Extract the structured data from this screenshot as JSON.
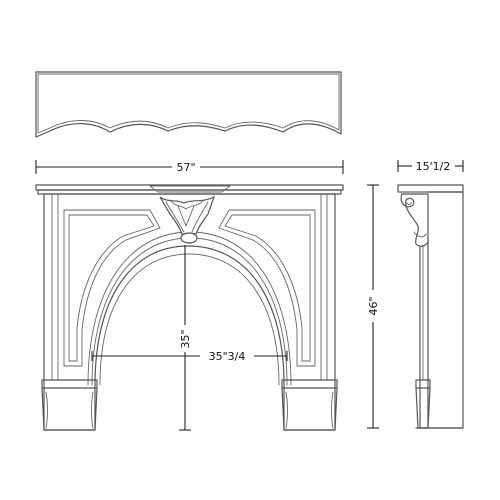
{
  "dimensions": {
    "overall_width": "57\"",
    "opening_width": "35\"3/4",
    "opening_height": "35\"",
    "depth": "15'1/2",
    "overall_height": "46\""
  }
}
